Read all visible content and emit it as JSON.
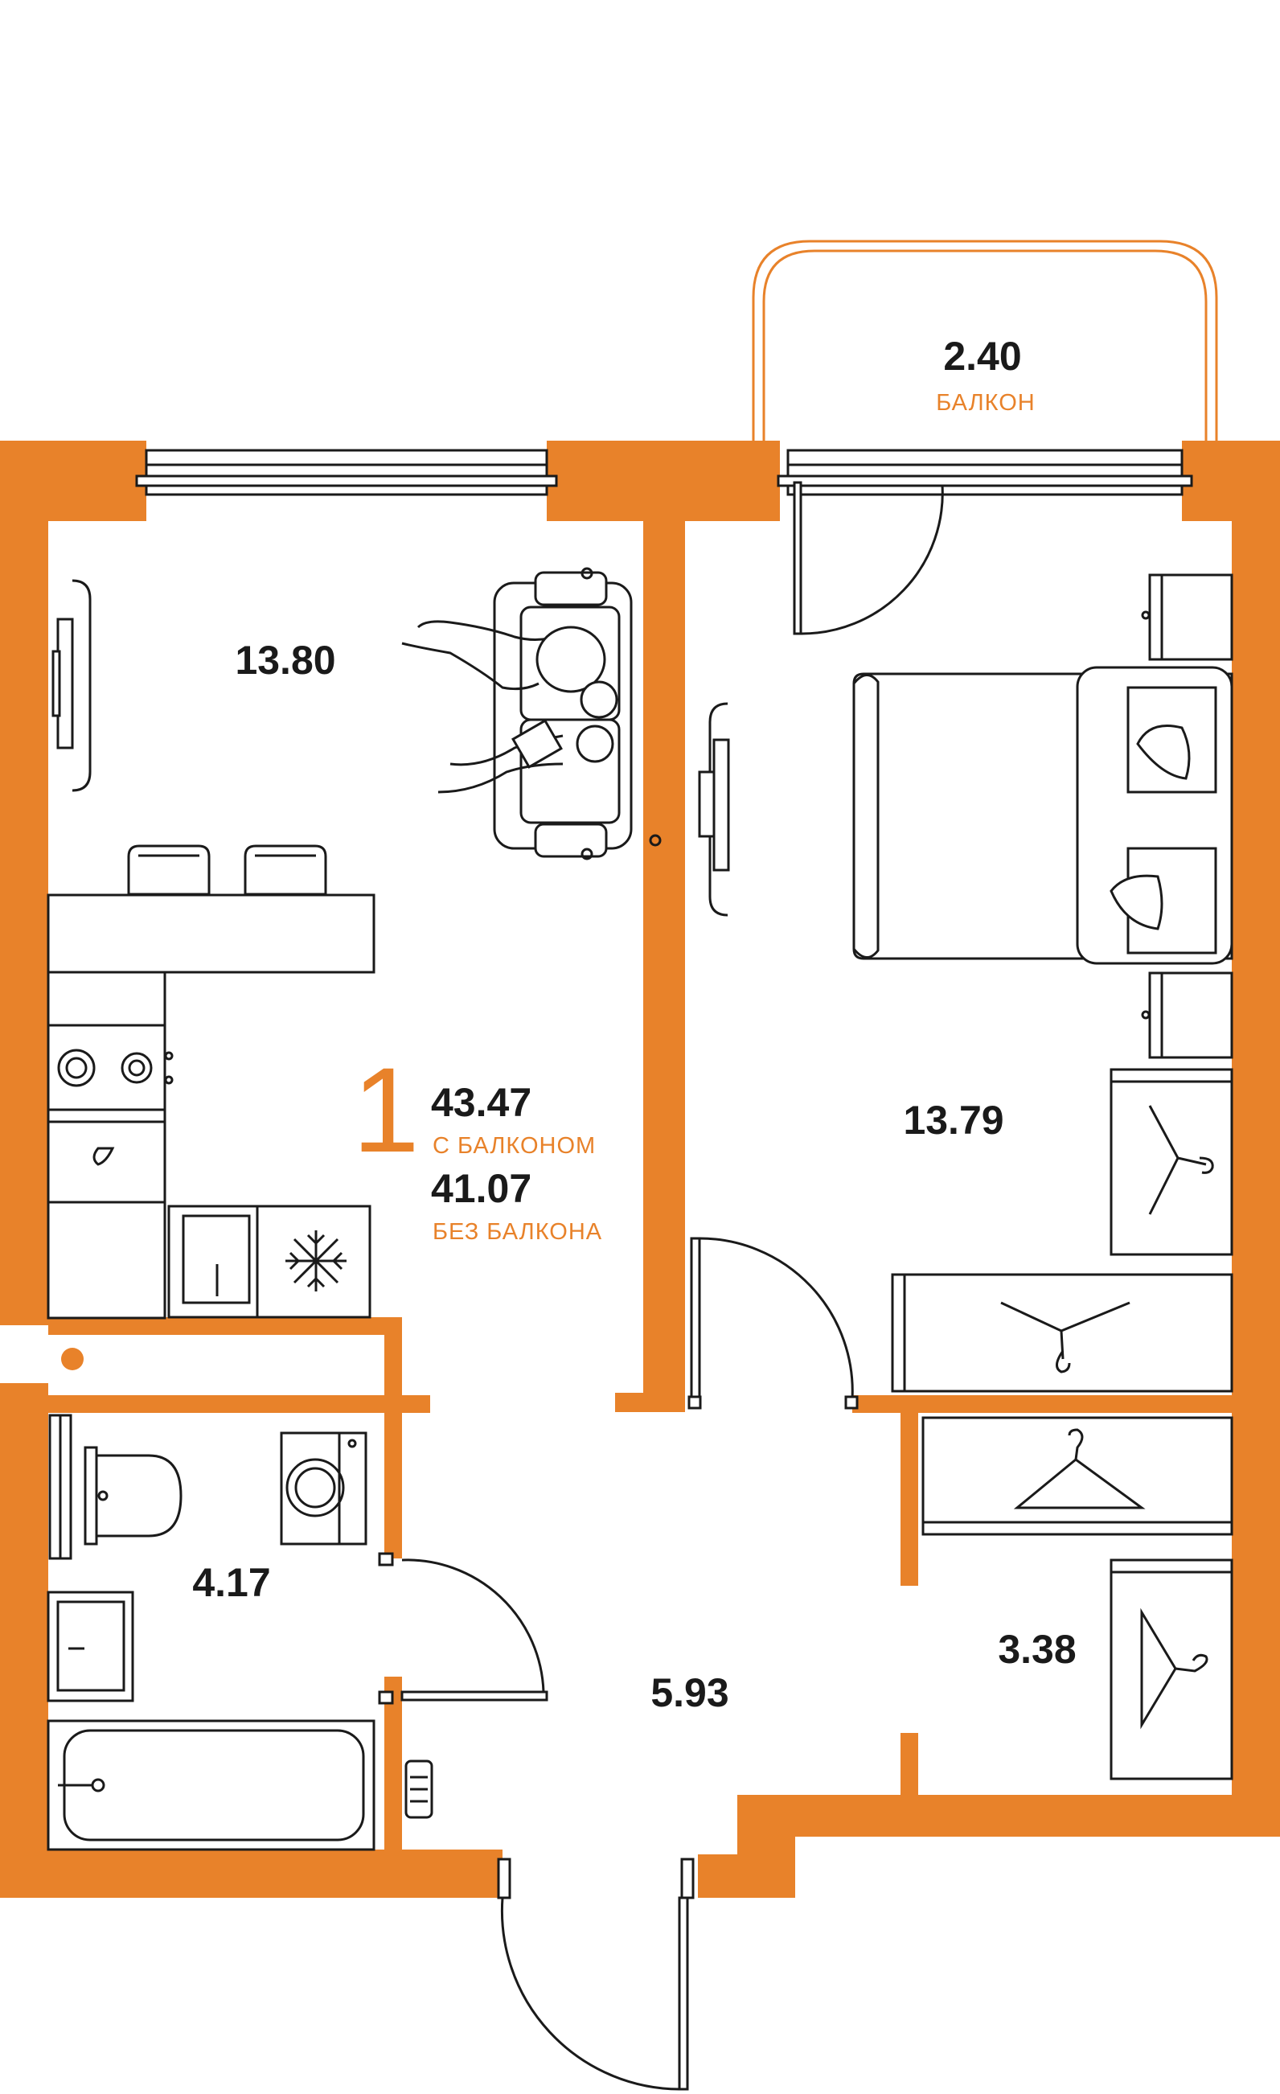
{
  "colors": {
    "accent": "#E8822A",
    "line": "#1a1a1a"
  },
  "balcony": {
    "area": "2.40",
    "label": "БАЛКОН"
  },
  "summary": {
    "rooms": "1",
    "total_with_balcony": "43.47",
    "with_balcony_label": "С БАЛКОНОМ",
    "total_without_balcony": "41.07",
    "without_balcony_label": "БЕЗ БАЛКОНА"
  },
  "rooms": {
    "kitchen_living": "13.80",
    "bedroom": "13.79",
    "bathroom": "4.17",
    "hallway": "5.93",
    "wardrobe": "3.38"
  }
}
